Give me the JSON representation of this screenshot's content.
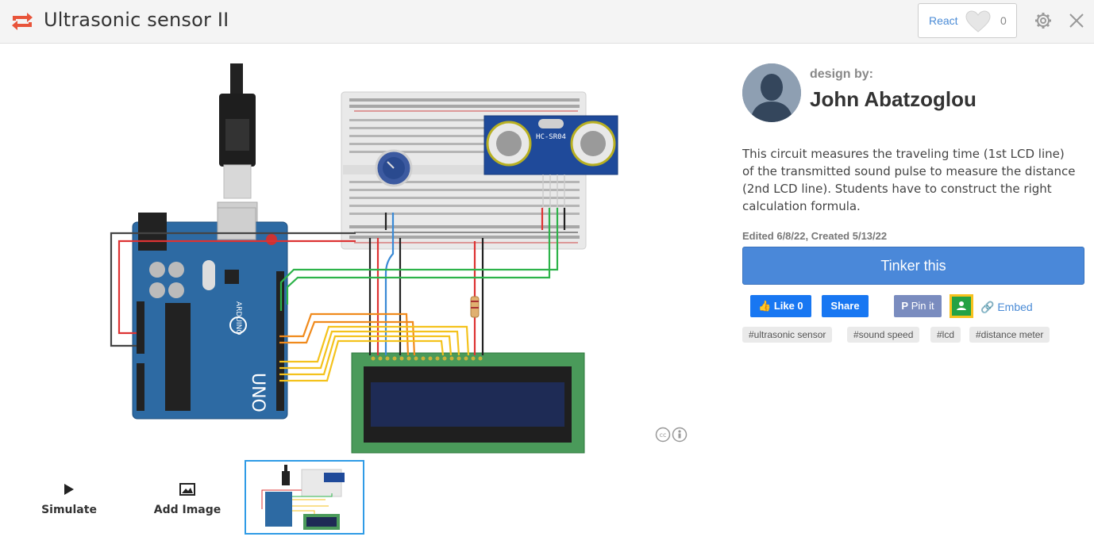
{
  "header": {
    "title": "Ultrasonic sensor II",
    "react_label": "React",
    "react_count": "0"
  },
  "circuit": {
    "sensor_label": "HC-SR04",
    "board_label": "UNO",
    "board_brand": "ARDUINO"
  },
  "toolbar": {
    "simulate_label": "Simulate",
    "add_image_label": "Add Image"
  },
  "sidebar": {
    "design_by": "design by:",
    "author": "John Abatzoglou",
    "description": "This circuit measures the traveling time (1st LCD line) of the transmitted sound pulse to measure the distance (2nd LCD line). Students have to construct the right calculation formula.",
    "meta": "Edited 6/8/22, Created 5/13/22",
    "tinker_label": "Tinker this",
    "like_label": "Like 0",
    "share_label": "Share",
    "pin_label": "Pin it",
    "embed_label": "Embed",
    "tags": [
      "#ultrasonic sensor",
      "#sound speed",
      "#lcd",
      "#distance meter"
    ]
  },
  "colors": {
    "accent": "#4a88d9",
    "facebook": "#1877f2",
    "pinterest": "#7a8cbf",
    "classroom": "#25a244",
    "logo": "#e8543a",
    "thumb_border": "#2f9be6"
  }
}
